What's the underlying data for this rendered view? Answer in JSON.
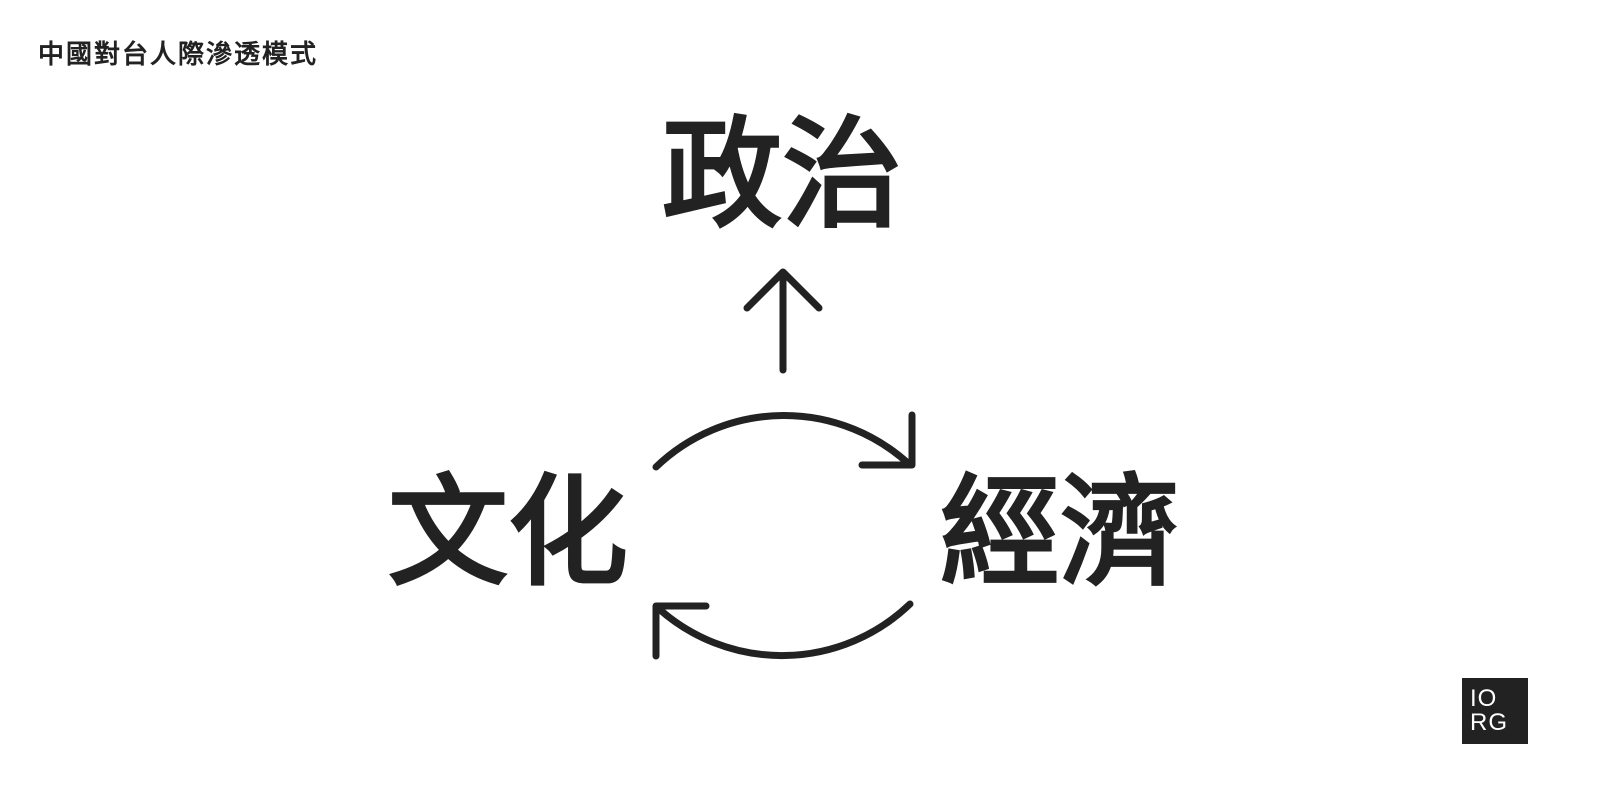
{
  "header": {
    "title": "中國對台人際滲透模式"
  },
  "diagram": {
    "nodes": {
      "politics": "政治",
      "culture": "文化",
      "economy": "經濟"
    },
    "colors": {
      "ink": "#222222",
      "background": "#ffffff"
    }
  },
  "logo": {
    "line1": "IO",
    "line2": "RG"
  }
}
